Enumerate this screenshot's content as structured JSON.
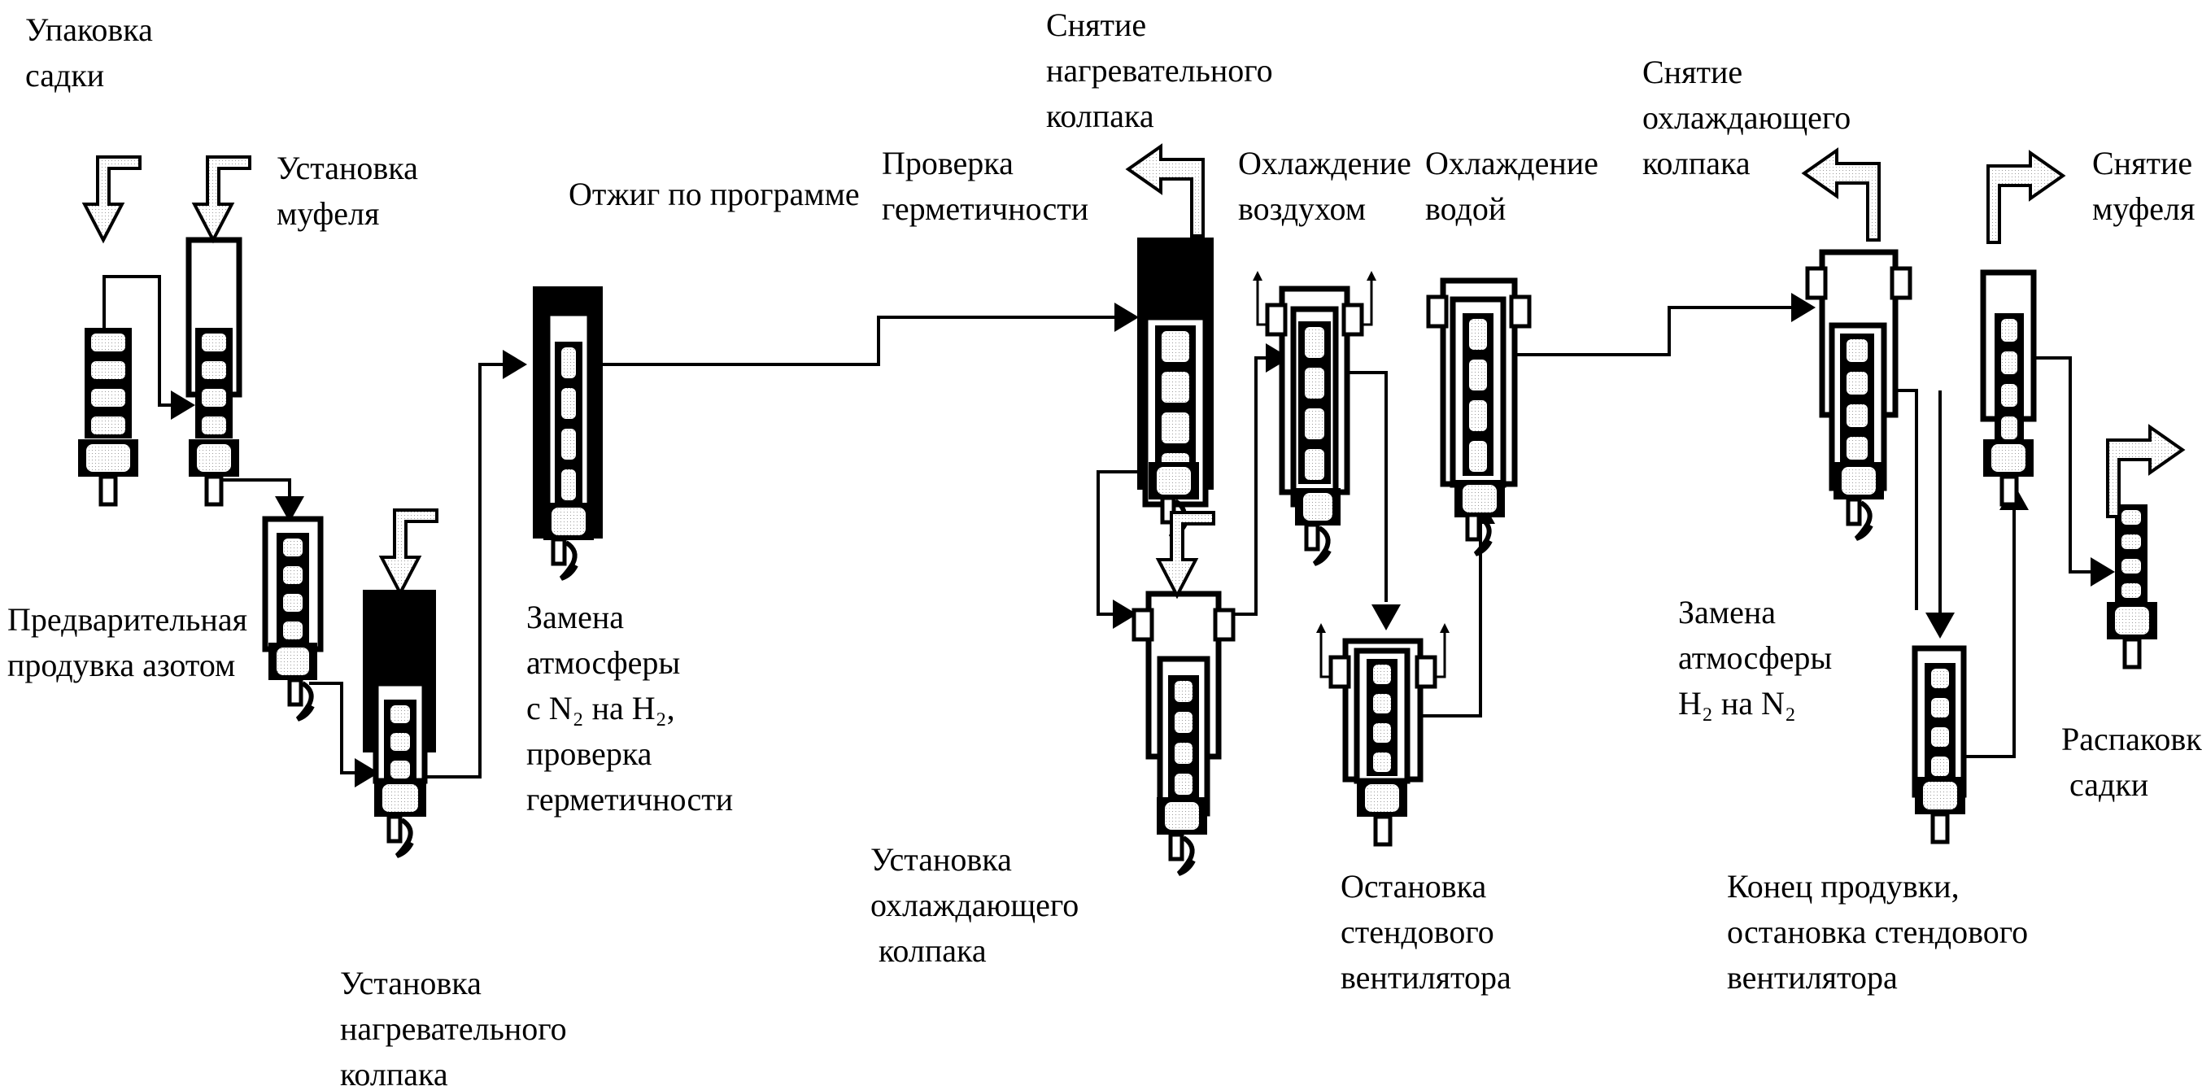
{
  "title": "Схема технологического процесса отжига в колпаковой печи",
  "colors": {
    "ink": "#000000",
    "background": "#ffffff",
    "shade": "#bdbdbd"
  },
  "stages": [
    {
      "id": "pack",
      "lines": [
        "Упаковка",
        "садки"
      ]
    },
    {
      "id": "muffle_install",
      "lines": [
        "Установка",
        "муфеля"
      ]
    },
    {
      "id": "prepurge",
      "lines": [
        "Предварительная",
        "продувка азотом"
      ]
    },
    {
      "id": "heat_cap_install",
      "lines": [
        "Установка",
        "нагревательного",
        "колпака"
      ]
    },
    {
      "id": "atm_n2_h2",
      "lines": [
        "Замена",
        "атмосферы",
        "с N₂ на H₂,",
        "проверка",
        "герметичности"
      ]
    },
    {
      "id": "anneal",
      "lines": [
        "Отжиг по программе"
      ]
    },
    {
      "id": "leak_check",
      "lines": [
        "Проверка",
        "герметичности"
      ]
    },
    {
      "id": "heat_cap_remove",
      "lines": [
        "Снятие",
        "нагревательного",
        "колпака"
      ]
    },
    {
      "id": "cool_cap_install",
      "lines": [
        "Установка",
        "охлаждающего",
        " колпака"
      ]
    },
    {
      "id": "air_cooling",
      "lines": [
        "Охлаждение",
        "воздухом"
      ]
    },
    {
      "id": "fan_stop",
      "lines": [
        "Остановка",
        "стендового",
        "вентилятора"
      ]
    },
    {
      "id": "water_cooling",
      "lines": [
        "Охлаждение",
        "водой"
      ]
    },
    {
      "id": "cool_cap_remove",
      "lines": [
        "Снятие",
        "охлаждающего",
        "колпака"
      ]
    },
    {
      "id": "atm_h2_n2",
      "lines": [
        "Замена",
        "атмосферы",
        "H₂ на N₂"
      ]
    },
    {
      "id": "purge_end",
      "lines": [
        "Конец продувки,",
        "остановка стендового",
        "вентилятора"
      ]
    },
    {
      "id": "muffle_remove",
      "lines": [
        "Снятие",
        "муфеля"
      ]
    },
    {
      "id": "unpack",
      "lines": [
        "Распаковка",
        " садки"
      ]
    }
  ],
  "icons": {
    "crane_down": "crane-lower-arrow-icon",
    "crane_up_left": "crane-lift-left-arrow-icon",
    "crane_up_right": "crane-lift-right-arrow-icon",
    "flow_arrow": "flow-arrow-icon",
    "hook": "crane-hook-icon"
  }
}
